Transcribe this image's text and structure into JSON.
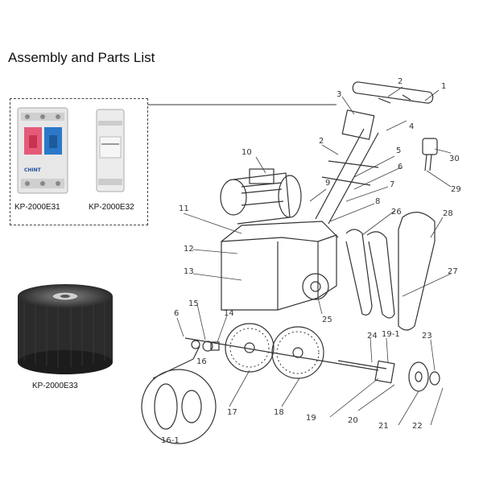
{
  "title": "Assembly and Parts List",
  "components": [
    {
      "code": "KP-2000E31"
    },
    {
      "code": "KP-2000E32"
    },
    {
      "code": "KP-2000E33"
    }
  ],
  "breaker_brand": "CHINT",
  "callouts": [
    "1",
    "2",
    "2",
    "3",
    "4",
    "5",
    "6",
    "6",
    "7",
    "8",
    "9",
    "10",
    "11",
    "12",
    "13",
    "14",
    "15",
    "16",
    "16-1",
    "17",
    "18",
    "19",
    "19-1",
    "20",
    "21",
    "22",
    "23",
    "24",
    "25",
    "26",
    "27",
    "28",
    "29",
    "30"
  ]
}
